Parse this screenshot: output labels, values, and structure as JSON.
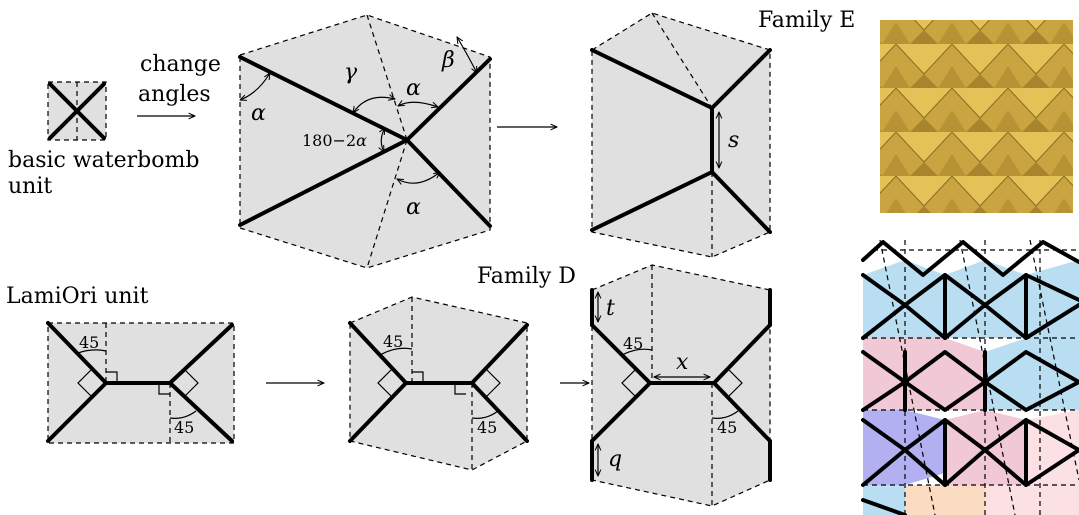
{
  "labels": {
    "basic_unit_line1": "basic waterbomb",
    "basic_unit_line2": "unit",
    "change_line1": "change",
    "change_line2": "angles",
    "family_e": "Family E",
    "family_d": "Family D",
    "lamiori": "LamiOri unit",
    "angle_180": "180−2",
    "num_45": "45"
  },
  "symbols": {
    "alpha": "α",
    "beta": "β",
    "gamma": "γ",
    "s": "s",
    "t": "t",
    "x": "x",
    "q": "q",
    "arrow": "⟶"
  },
  "colors": {
    "fill": "#e0e0e0",
    "blue": "#b9def2",
    "pink": "#f0c8d6",
    "violet": "#b2b0f0",
    "lightpink": "#fbe0e4",
    "peach": "#fbdcc2",
    "photo_base": "#c9a441"
  }
}
